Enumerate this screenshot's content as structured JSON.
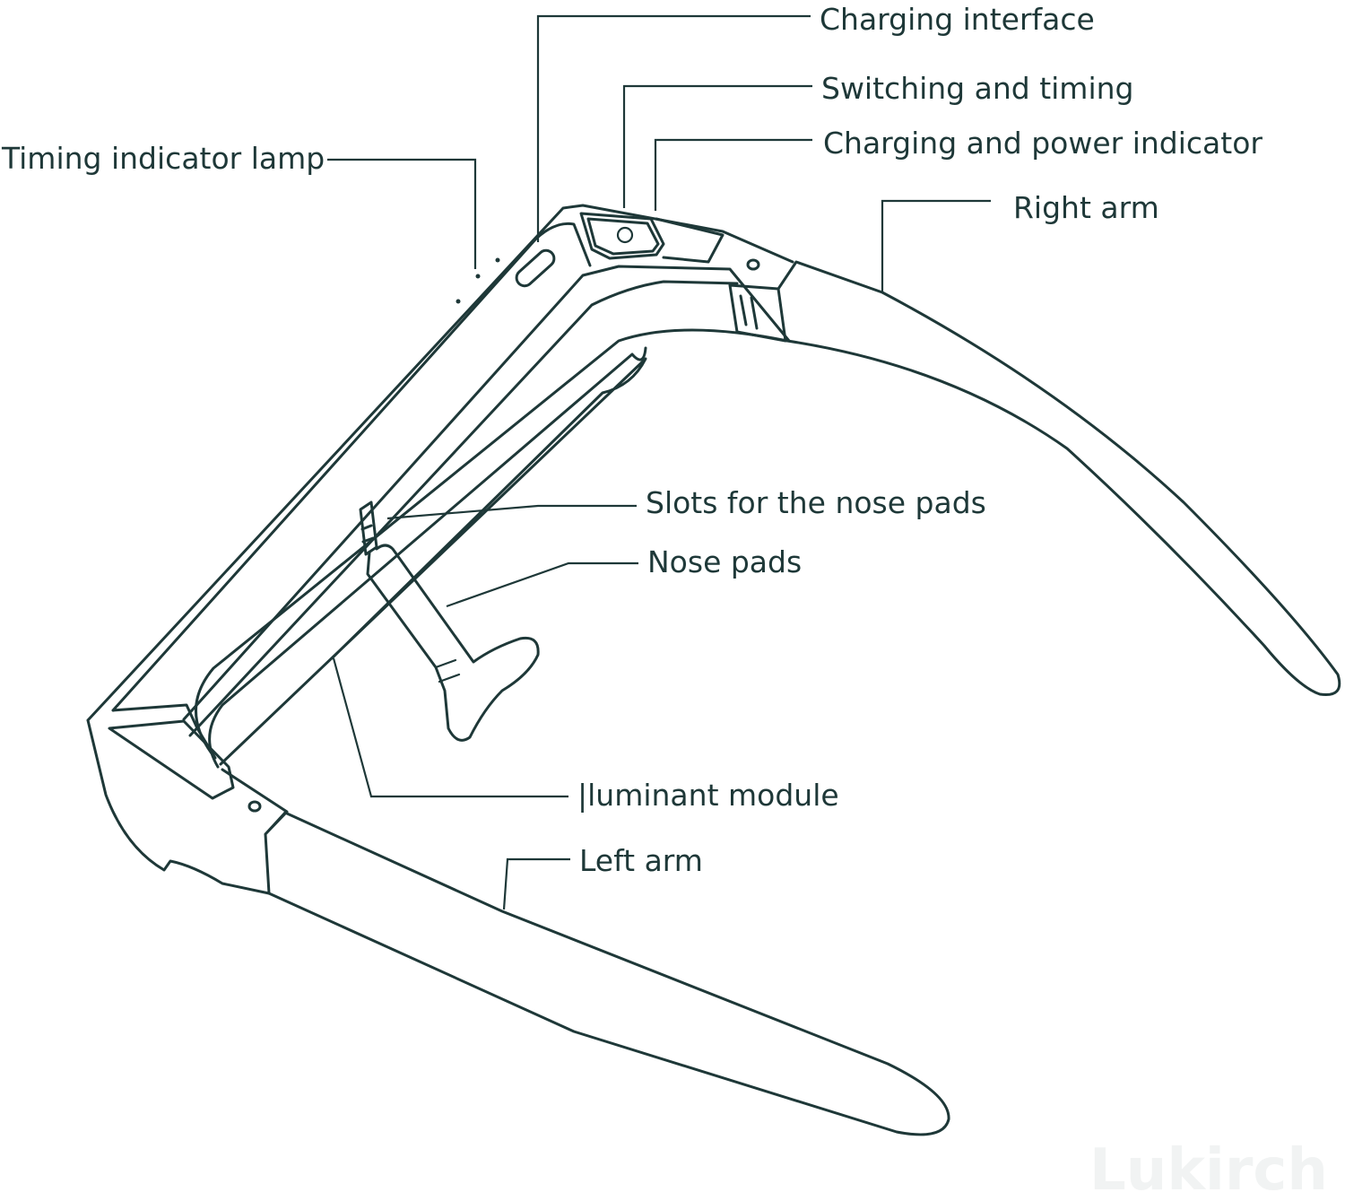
{
  "labels": {
    "charging_interface": "Charging interface",
    "switching_and_timing": "Switching and timing",
    "charging_and_power_indicator": "Charging and power indicator",
    "timing_indicator_lamp": "Timing indicator lamp",
    "right_arm": "Right arm",
    "slots_for_nose_pads": "Slots for the nose pads",
    "nose_pads": "Nose pads",
    "illuminant_module": "|luminant module",
    "left_arm": "Left arm"
  },
  "watermark": "Lukirch",
  "colors": {
    "ink": "#1e3838",
    "background": "#ffffff",
    "watermark": "#f1f3f3"
  }
}
